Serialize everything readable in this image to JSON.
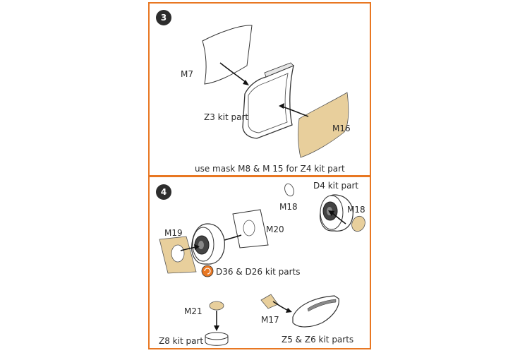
{
  "colors": {
    "frame": "#e87722",
    "mask": "#e8cf9c",
    "ink": "#2a2a2a"
  },
  "step3": {
    "number": "3",
    "labels": {
      "m7": "M7",
      "z3": "Z3 kit part",
      "m16": "M16"
    },
    "note": "use mask M8 & M 15 for Z4 kit part"
  },
  "step4": {
    "number": "4",
    "labels": {
      "d4": "D4 kit part",
      "m18a": "M18",
      "m18b": "M18",
      "m19": "M19",
      "m20": "M20",
      "d36": "D36 & D26 kit parts",
      "m21": "M21",
      "z8": "Z8 kit part",
      "m17": "M17",
      "z5": "Z5 & Z6 kit parts"
    },
    "icons": {
      "d36": "rotate-icon"
    }
  }
}
